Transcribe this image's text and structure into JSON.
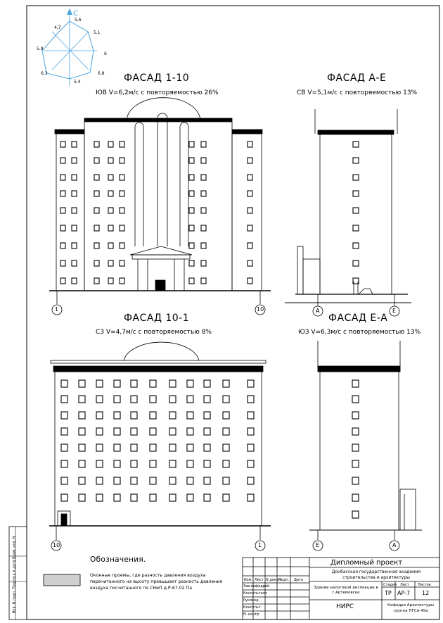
{
  "wind_rose": {
    "north": "С",
    "values": [
      "5,6",
      "5,1",
      "6",
      "6,8",
      "5,4",
      "6,3",
      "5,9",
      "4,7"
    ]
  },
  "facades": [
    {
      "title": "ФАСАД 1-10",
      "wind": "ЮВ V=6,2м/с с повторяемостью 26%",
      "axes": [
        "1",
        "10"
      ]
    },
    {
      "title": "ФАСАД А-Е",
      "wind": "СВ V=5,1м/с с повторяемостью 13%",
      "axes": [
        "А",
        "Е"
      ]
    },
    {
      "title": "ФАСАД 10-1",
      "wind": "СЗ V=4,7м/с с повторяемостью 8%",
      "axes": [
        "10",
        "1"
      ]
    },
    {
      "title": "ФАСАД Е-А",
      "wind": "ЮЗ V=6,3м/с с повторяемостью 13%",
      "axes": [
        "Е",
        "А"
      ]
    }
  ],
  "legend": {
    "heading": "Обозначения.",
    "text": "Оконные проемы, где разность давления воздуха перечитанного на высоту превышает разность давления воздуха посчитанного по СНиП д.Р-67.02 Па"
  },
  "side_stamp": "Инв. N подл.  Подпись и дата  Взам. инв. N",
  "stamp": {
    "project": "Дипломный проект",
    "institution": "Донбасская государственная академия строительства и архитектуры",
    "building": "Здание налоговой инспекции в г.Артемовске",
    "section": "НИРС",
    "stage_header": "Стадия",
    "sheet_header": "Лист",
    "sheets_header": "Листов",
    "stage": "ТР",
    "sheet": "АР-7",
    "sheets": "12",
    "organization": "Кафедра Архитектуры группа ПГСи-45а",
    "roles": [
      "Зав.кафедрой",
      "Консультант",
      "Руковод.",
      "Консульт.",
      "Н. контр."
    ],
    "col_headers": [
      "Изм.",
      "Лист",
      "N докум.",
      "Подп.",
      "Дата"
    ]
  }
}
